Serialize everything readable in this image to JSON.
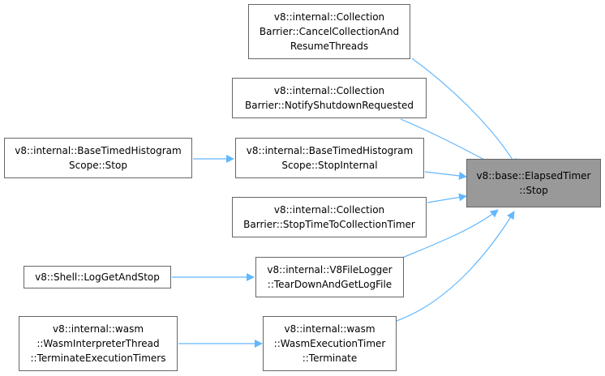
{
  "colors": {
    "edge": "#63b8ff",
    "node_border": "#666666",
    "target_fill": "#999999",
    "node_fill": "#ffffff"
  },
  "nodes": {
    "target": {
      "lines": [
        "v8::base::ElapsedTimer",
        "::Stop"
      ]
    },
    "cancel_collection": {
      "lines": [
        "v8::internal::Collection",
        "Barrier::CancelCollectionAnd",
        "ResumeThreads"
      ]
    },
    "notify_shutdown": {
      "lines": [
        "v8::internal::Collection",
        "Barrier::NotifyShutdownRequested"
      ]
    },
    "stop_internal": {
      "lines": [
        "v8::internal::BaseTimedHistogram",
        "Scope::StopInternal"
      ]
    },
    "scope_stop": {
      "lines": [
        "v8::internal::BaseTimedHistogram",
        "Scope::Stop"
      ]
    },
    "stop_time_to_collection": {
      "lines": [
        "v8::internal::Collection",
        "Barrier::StopTimeToCollectionTimer"
      ]
    },
    "teardown_logfile": {
      "lines": [
        "v8::internal::V8FileLogger",
        "::TearDownAndGetLogFile"
      ]
    },
    "log_get_and_stop": {
      "lines": [
        "v8::Shell::LogGetAndStop"
      ]
    },
    "wasm_terminate": {
      "lines": [
        "v8::internal::wasm",
        "::WasmExecutionTimer",
        "::Terminate"
      ]
    },
    "wasm_interpreter_terminate": {
      "lines": [
        "v8::internal::wasm",
        "::WasmInterpreterThread",
        "::TerminateExecutionTimers"
      ]
    }
  }
}
